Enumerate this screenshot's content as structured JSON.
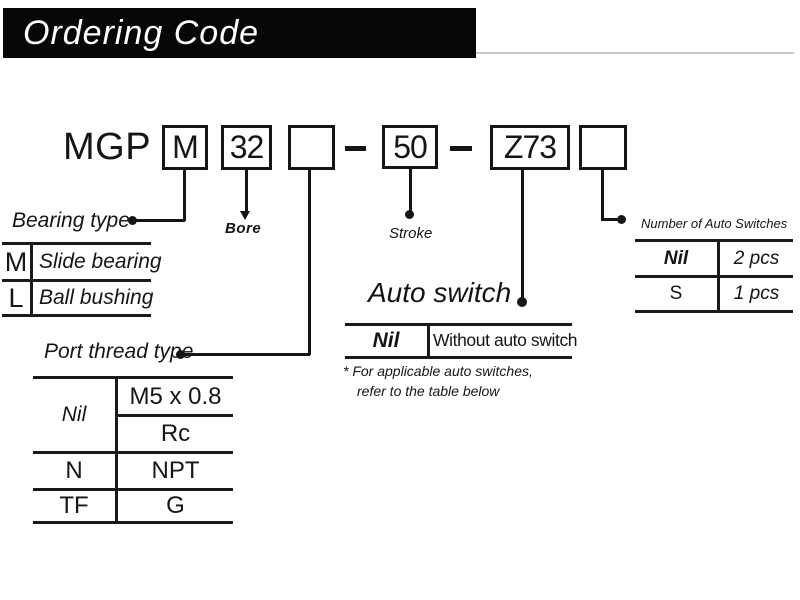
{
  "page": {
    "title": "Ordering Code"
  },
  "code": {
    "prefix": "MGP",
    "boxes": [
      {
        "label": "M"
      },
      {
        "label": "32"
      },
      {
        "label": ""
      },
      {
        "label": "50"
      },
      {
        "label": "Z73"
      },
      {
        "label": ""
      }
    ]
  },
  "callouts": {
    "bearing_type": {
      "label": "Bearing type"
    },
    "bore": {
      "label": "Bore"
    },
    "port_thread_type": {
      "label": "Port thread type"
    },
    "stroke": {
      "label": "Stroke"
    },
    "auto_switch": {
      "label": "Auto switch"
    },
    "number_of_auto_switches": {
      "label": "Number of Auto  Switches"
    }
  },
  "tables": {
    "bearing": {
      "rows": [
        {
          "code": "M",
          "desc": "Slide bearing"
        },
        {
          "code": "L",
          "desc": "Ball bushing"
        }
      ]
    },
    "port_thread": {
      "rows": [
        {
          "code": "Nil",
          "threads": [
            "M5 x 0.8",
            "Rc"
          ]
        },
        {
          "code": "N",
          "threads": [
            "NPT"
          ]
        },
        {
          "code": "TF",
          "threads": [
            "G"
          ]
        }
      ]
    },
    "auto_switch": {
      "rows": [
        {
          "code": "Nil",
          "desc": "Without auto switch"
        }
      ],
      "footnotes": [
        "* For applicable auto switches,",
        "refer to the table below"
      ]
    },
    "switch_count": {
      "rows": [
        {
          "code": "Nil",
          "desc": "2 pcs"
        },
        {
          "code": "S",
          "desc": "1 pcs"
        }
      ]
    }
  }
}
